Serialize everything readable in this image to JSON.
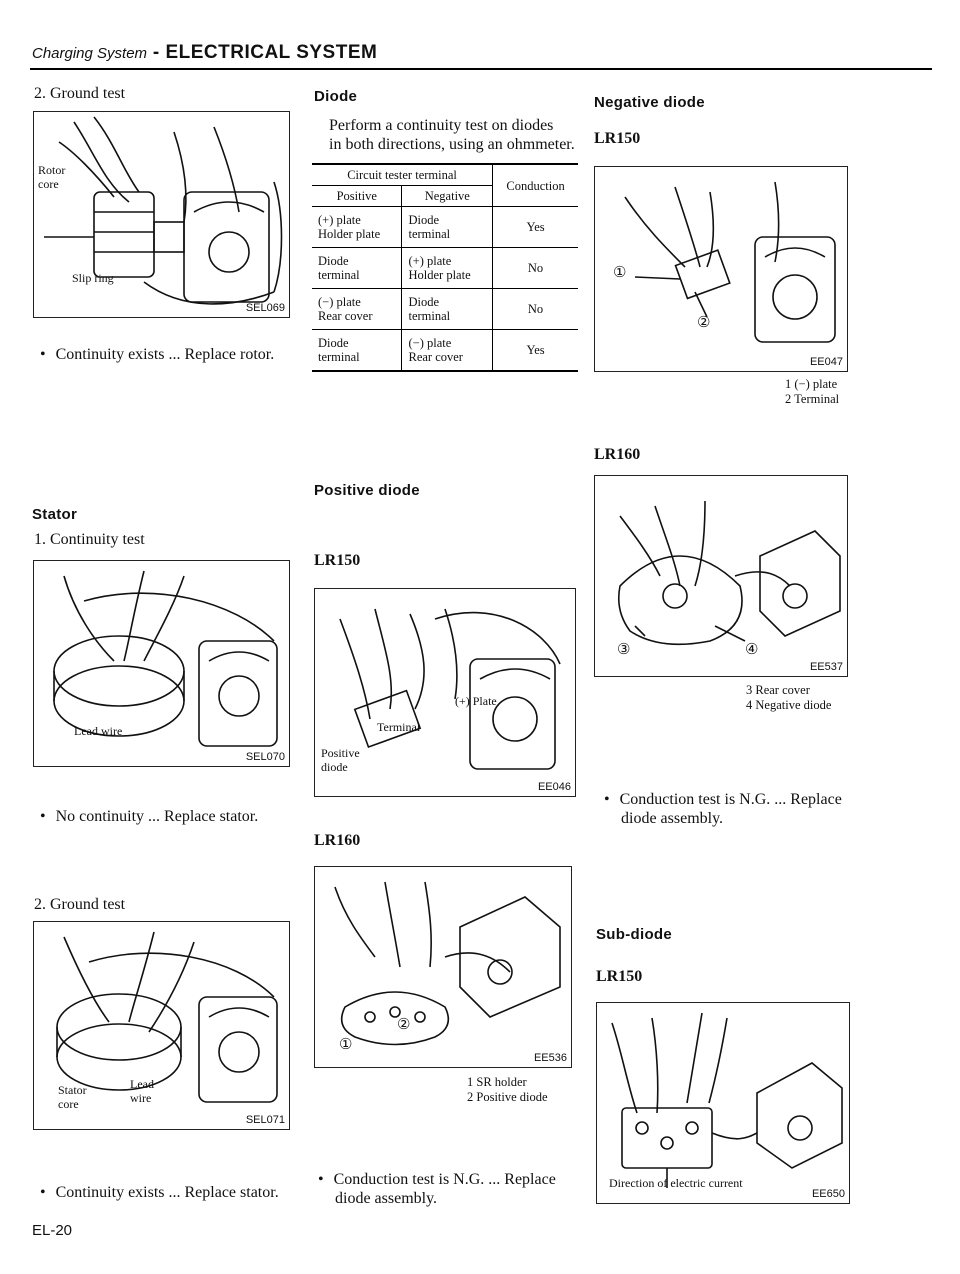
{
  "header": {
    "section": "Charging System",
    "dash": " - ",
    "title": "ELECTRICAL SYSTEM"
  },
  "col1": {
    "ground_test_1": "2. Ground test",
    "fig1": {
      "code": "SEL069",
      "labels": [
        "Rotor",
        "core",
        "Slip ring"
      ]
    },
    "bullet1": "Continuity exists ... Replace rotor.",
    "stator_heading": "Stator",
    "continuity_test": "1. Continuity test",
    "fig2": {
      "code": "SEL070",
      "labels": [
        "Lead wire"
      ]
    },
    "bullet2": "No continuity ... Replace stator.",
    "ground_test_2": "2. Ground test",
    "fig3": {
      "code": "SEL071",
      "labels": [
        "Stator",
        "core",
        "Lead",
        "wire"
      ]
    },
    "bullet3": "Continuity exists ... Replace stator.",
    "page_num": "EL-20"
  },
  "col2": {
    "diode_heading": "Diode",
    "intro": [
      "Perform a continuity test on diodes",
      "in both directions, using an ohmmeter."
    ],
    "table": {
      "group_header": "Circuit tester terminal",
      "col_positive": "Positive",
      "col_negative": "Negative",
      "col_conduction": "Conduction",
      "rows": [
        {
          "pos": [
            "(+) plate",
            "Holder plate"
          ],
          "neg": [
            "Diode",
            "terminal"
          ],
          "cond": "Yes"
        },
        {
          "pos": [
            "Diode",
            "terminal"
          ],
          "neg": [
            "(+) plate",
            "Holder plate"
          ],
          "cond": "No"
        },
        {
          "pos": [
            "(−) plate",
            "Rear cover"
          ],
          "neg": [
            "Diode",
            "terminal"
          ],
          "cond": "No"
        },
        {
          "pos": [
            "Diode",
            "terminal"
          ],
          "neg": [
            "(−) plate",
            "Rear cover"
          ],
          "cond": "Yes"
        }
      ]
    },
    "positive_heading": "Positive diode",
    "lr150": "LR150",
    "fig4": {
      "code": "EE046",
      "labels": [
        "(+) Plate",
        "Terminal",
        "Positive",
        "diode"
      ]
    },
    "lr160": "LR160",
    "fig5": {
      "code": "EE536",
      "labels": [
        "①",
        "②"
      ]
    },
    "legend": [
      "1  SR holder",
      "2  Positive diode"
    ],
    "bullet": [
      "Conduction test is N.G.  ... Replace",
      "diode assembly."
    ]
  },
  "col3": {
    "negative_heading": "Negative diode",
    "lr150": "LR150",
    "fig6": {
      "code": "EE047",
      "labels": [
        "①",
        "②"
      ]
    },
    "legend1": [
      "1  (−) plate",
      "2  Terminal"
    ],
    "lr160": "LR160",
    "fig7": {
      "code": "EE537",
      "labels": [
        "③",
        "④"
      ]
    },
    "legend2": [
      "3  Rear cover",
      "4  Negative diode"
    ],
    "bullet": [
      "Conduction test is N.G.  ... Replace",
      "diode assembly."
    ],
    "subdiode_heading": "Sub-diode",
    "lr150b": "LR150",
    "fig8": {
      "code": "EE650",
      "labels": [
        "Direction of electric current"
      ]
    }
  }
}
